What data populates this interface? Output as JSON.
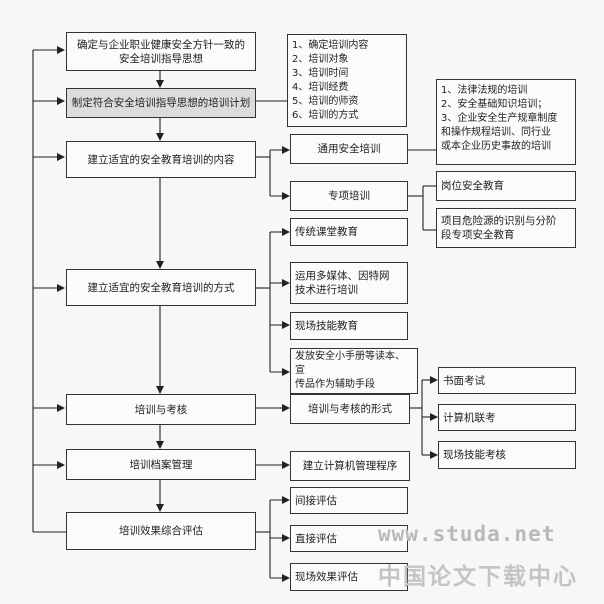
{
  "main_steps": {
    "s1": "确定与企业职业健康安全方针一致的\n安全培训指导思想",
    "s2": "制定符合安全培训指导思想的培训计划",
    "s3": "建立适宜的安全教育培训的内容",
    "s4": "建立适宜的安全教育培训的方式",
    "s5": "培训与考核",
    "s6": "培训档案管理",
    "s7": "培训效果综合评估"
  },
  "plan_items": "1、确定培训内容\n2、培训对象\n3、培训时间\n4、培训经费\n5、培训的师资\n6、培训的方式",
  "content": {
    "general": "通用安全培训",
    "general_detail": "1、法律法规的培训\n2、安全基础知识培训；\n3、企业安全生产规章制度\n和操作规程培训、同行业\n或本企业历史事故的培训",
    "special": "专项培训",
    "special_a": "岗位安全教育",
    "special_b": "项目危险源的识别与分阶\n段专项安全教育"
  },
  "methods": {
    "m1": "传统课堂教育",
    "m2": "运用多媒体、因特网\n技术进行培训",
    "m3": "现场技能教育",
    "m4": "发放安全小手册等读本、宣\n传品作为辅助手段"
  },
  "exam": {
    "form": "培训与考核的形式",
    "e1": "书面考试",
    "e2": "计算机联考",
    "e3": "现场技能考核"
  },
  "archive": {
    "system": "建立计算机管理程序"
  },
  "evaluation": {
    "v1": "间接评估",
    "v2": "直接评估",
    "v3": "现场效果评估"
  },
  "watermark": {
    "url": "www.studa.net",
    "cn": "中国论文下载中心"
  }
}
